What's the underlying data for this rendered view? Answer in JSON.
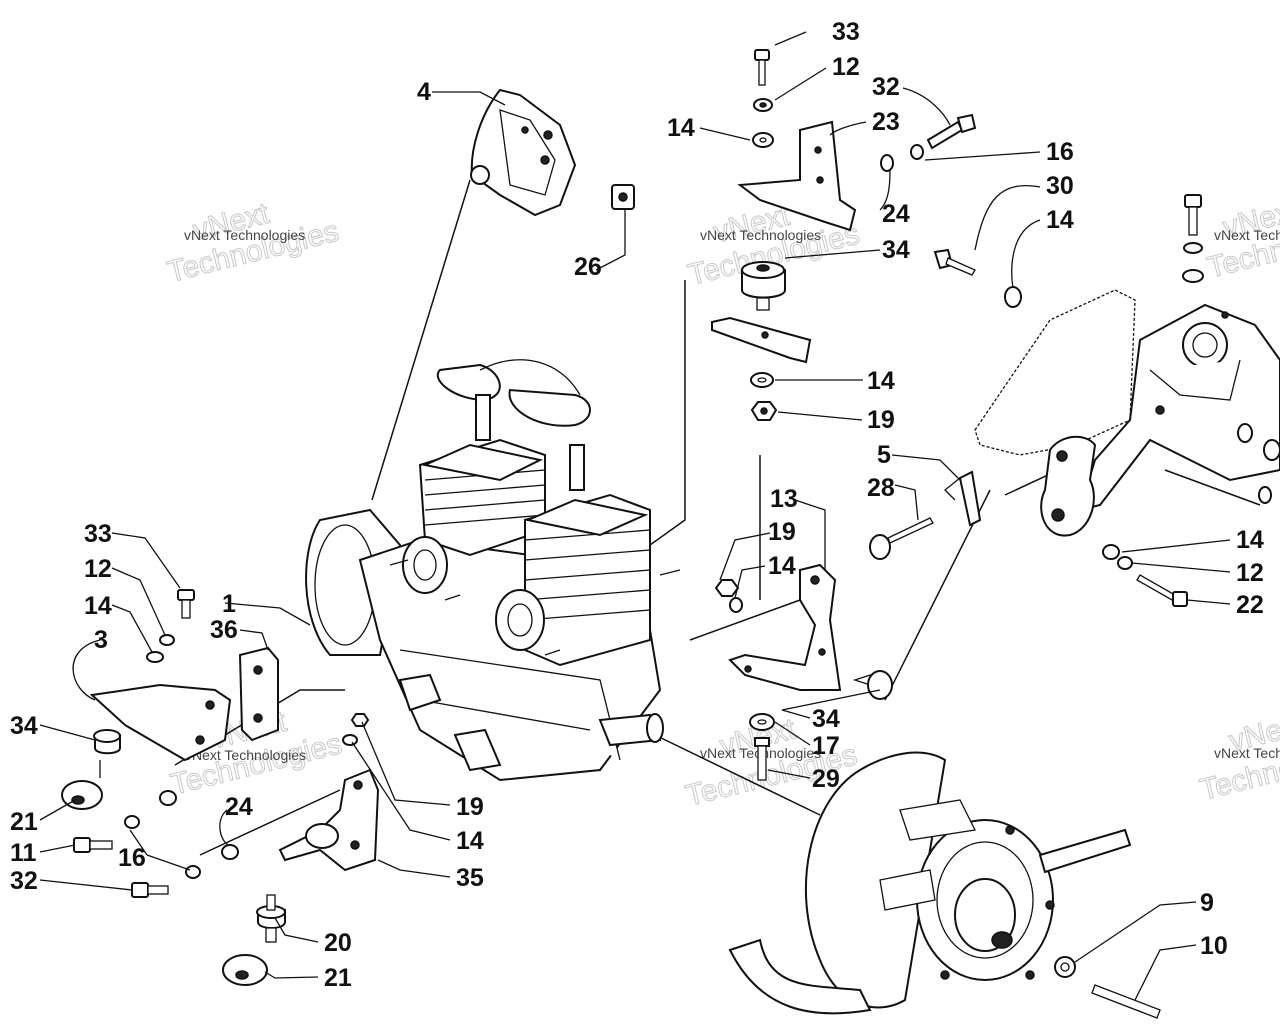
{
  "diagram": {
    "background": "#ffffff",
    "ink": "#111111",
    "watermark_color": "#c8c8c8",
    "watermark": {
      "line1": "vNext",
      "line2": "Technologies",
      "small": "vNext Technologies"
    },
    "callouts": [
      {
        "id": "c-33a",
        "text": "33"
      },
      {
        "id": "c-12a",
        "text": "12"
      },
      {
        "id": "c-32a",
        "text": "32"
      },
      {
        "id": "c-4",
        "text": "4"
      },
      {
        "id": "c-14a",
        "text": "14"
      },
      {
        "id": "c-23",
        "text": "23"
      },
      {
        "id": "c-16a",
        "text": "16"
      },
      {
        "id": "c-30",
        "text": "30"
      },
      {
        "id": "c-24a",
        "text": "24"
      },
      {
        "id": "c-14b",
        "text": "14"
      },
      {
        "id": "c-26",
        "text": "26"
      },
      {
        "id": "c-34a",
        "text": "34"
      },
      {
        "id": "c-14c",
        "text": "14"
      },
      {
        "id": "c-19a",
        "text": "19"
      },
      {
        "id": "c-5",
        "text": "5"
      },
      {
        "id": "c-28",
        "text": "28"
      },
      {
        "id": "c-13",
        "text": "13"
      },
      {
        "id": "c-19b",
        "text": "19"
      },
      {
        "id": "c-14d",
        "text": "14"
      },
      {
        "id": "c-14e",
        "text": "14"
      },
      {
        "id": "c-12b",
        "text": "12"
      },
      {
        "id": "c-22",
        "text": "22"
      },
      {
        "id": "c-33b",
        "text": "33"
      },
      {
        "id": "c-12c",
        "text": "12"
      },
      {
        "id": "c-1",
        "text": "1"
      },
      {
        "id": "c-36",
        "text": "36"
      },
      {
        "id": "c-14f",
        "text": "14"
      },
      {
        "id": "c-3",
        "text": "3"
      },
      {
        "id": "c-34b",
        "text": "34"
      },
      {
        "id": "c-34c",
        "text": "34"
      },
      {
        "id": "c-17",
        "text": "17"
      },
      {
        "id": "c-29",
        "text": "29"
      },
      {
        "id": "c-21a",
        "text": "21"
      },
      {
        "id": "c-24b",
        "text": "24"
      },
      {
        "id": "c-19c",
        "text": "19"
      },
      {
        "id": "c-11",
        "text": "11"
      },
      {
        "id": "c-16b",
        "text": "16"
      },
      {
        "id": "c-14g",
        "text": "14"
      },
      {
        "id": "c-32b",
        "text": "32"
      },
      {
        "id": "c-35",
        "text": "35"
      },
      {
        "id": "c-20",
        "text": "20"
      },
      {
        "id": "c-21b",
        "text": "21"
      },
      {
        "id": "c-9",
        "text": "9"
      },
      {
        "id": "c-10",
        "text": "10"
      }
    ]
  }
}
